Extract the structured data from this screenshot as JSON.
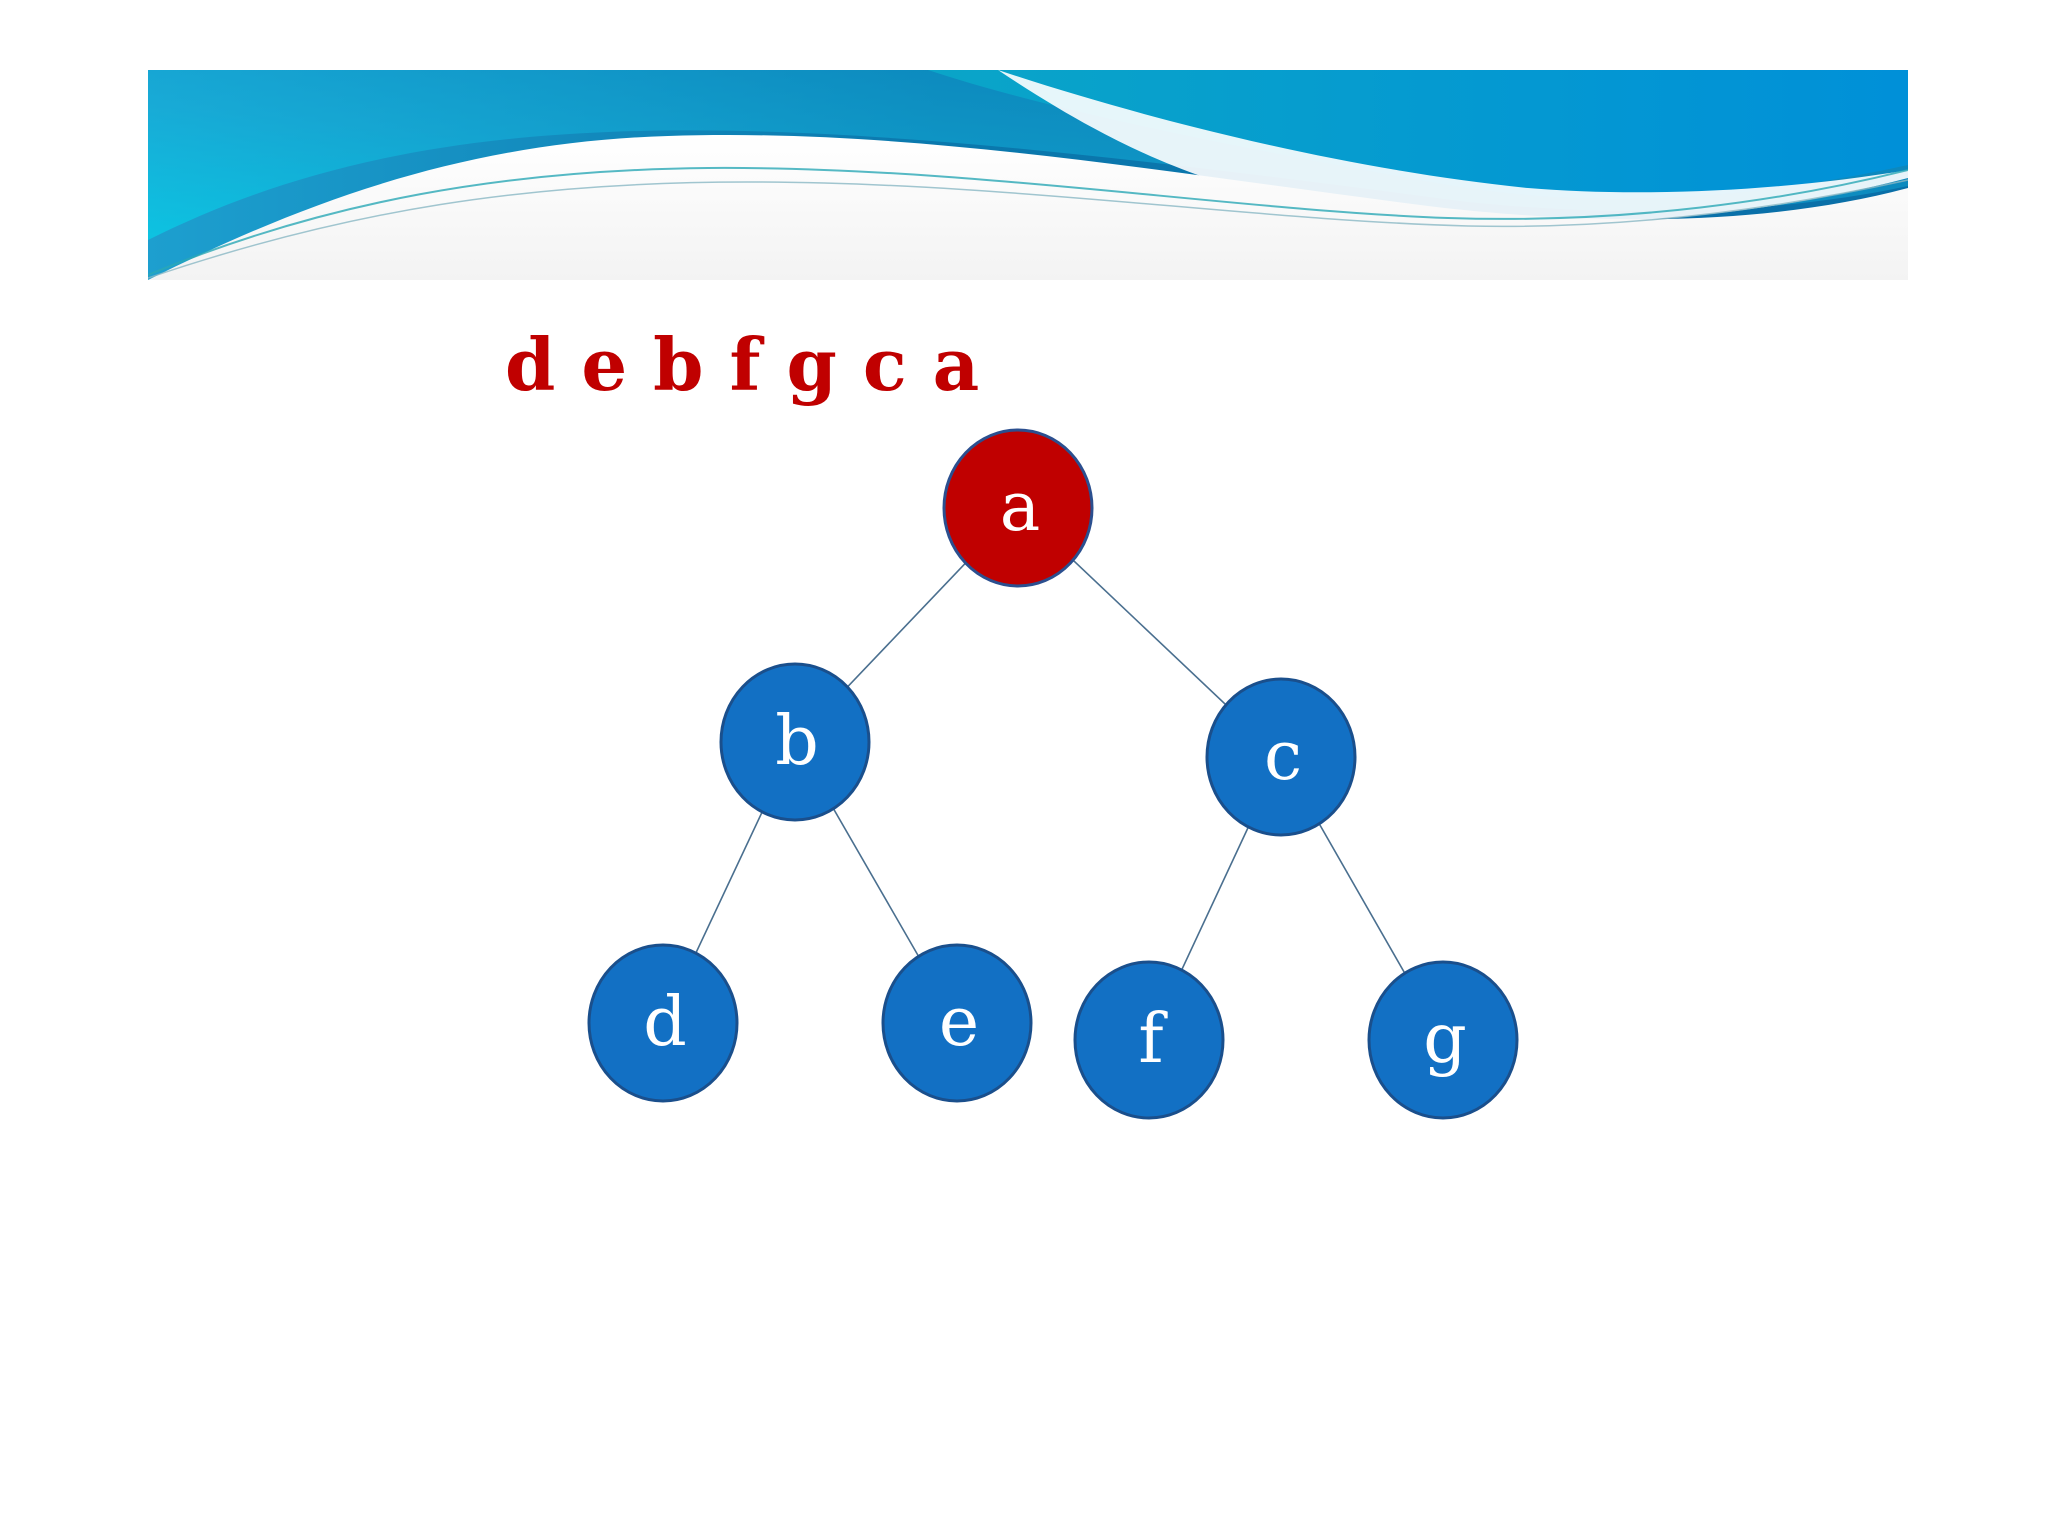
{
  "sequence": [
    "d",
    "e",
    "b",
    "f",
    "g",
    "c",
    "a"
  ],
  "tree": {
    "nodes": [
      {
        "id": "a",
        "label": "a",
        "highlighted": true
      },
      {
        "id": "b",
        "label": "b",
        "highlighted": false
      },
      {
        "id": "c",
        "label": "c",
        "highlighted": false
      },
      {
        "id": "d",
        "label": "d",
        "highlighted": false
      },
      {
        "id": "e",
        "label": "e",
        "highlighted": false
      },
      {
        "id": "f",
        "label": "f",
        "highlighted": false
      },
      {
        "id": "g",
        "label": "g",
        "highlighted": false
      }
    ],
    "edges": [
      {
        "from": "a",
        "to": "b"
      },
      {
        "from": "a",
        "to": "c"
      },
      {
        "from": "b",
        "to": "d"
      },
      {
        "from": "b",
        "to": "e"
      },
      {
        "from": "c",
        "to": "f"
      },
      {
        "from": "c",
        "to": "g"
      }
    ]
  },
  "colors": {
    "node_fill": "#1270c4",
    "node_stroke": "#1a4f8c",
    "highlight_fill": "#c00000",
    "highlight_stroke": "#2b4f8f",
    "edge": "#4a6f8f",
    "sequence_text": "#c00000"
  }
}
